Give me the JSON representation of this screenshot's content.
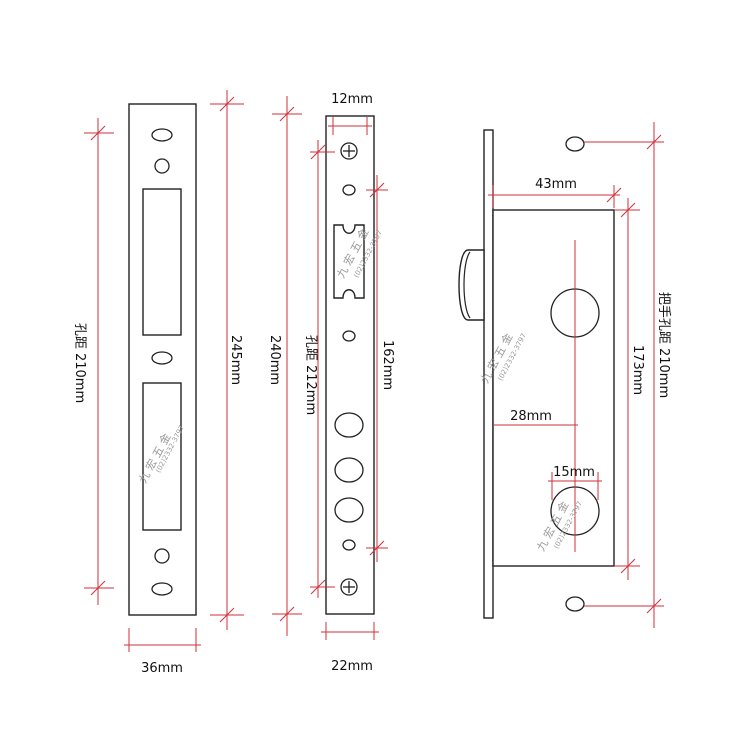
{
  "dimensions": {
    "strike_width": "36mm",
    "strike_hole_spacing": "孔距 210mm",
    "strike_length": "245mm",
    "faceplate_length": "240mm",
    "faceplate_hole_spacing": "孔距 212mm",
    "faceplate_top_width": "12mm",
    "faceplate_span": "162mm",
    "faceplate_width": "22mm",
    "backset": "43mm",
    "case_height": "173mm",
    "handle_hole_spacing": "把手孔距 210mm",
    "center_distance": "28mm",
    "cylinder_width": "15mm"
  },
  "watermark": {
    "name": "九 宏 五 金",
    "phone": "(02)2332-3797"
  },
  "colors": {
    "outline": "#222222",
    "dimension": "#d0303a",
    "watermark": "#9a9a9a"
  }
}
